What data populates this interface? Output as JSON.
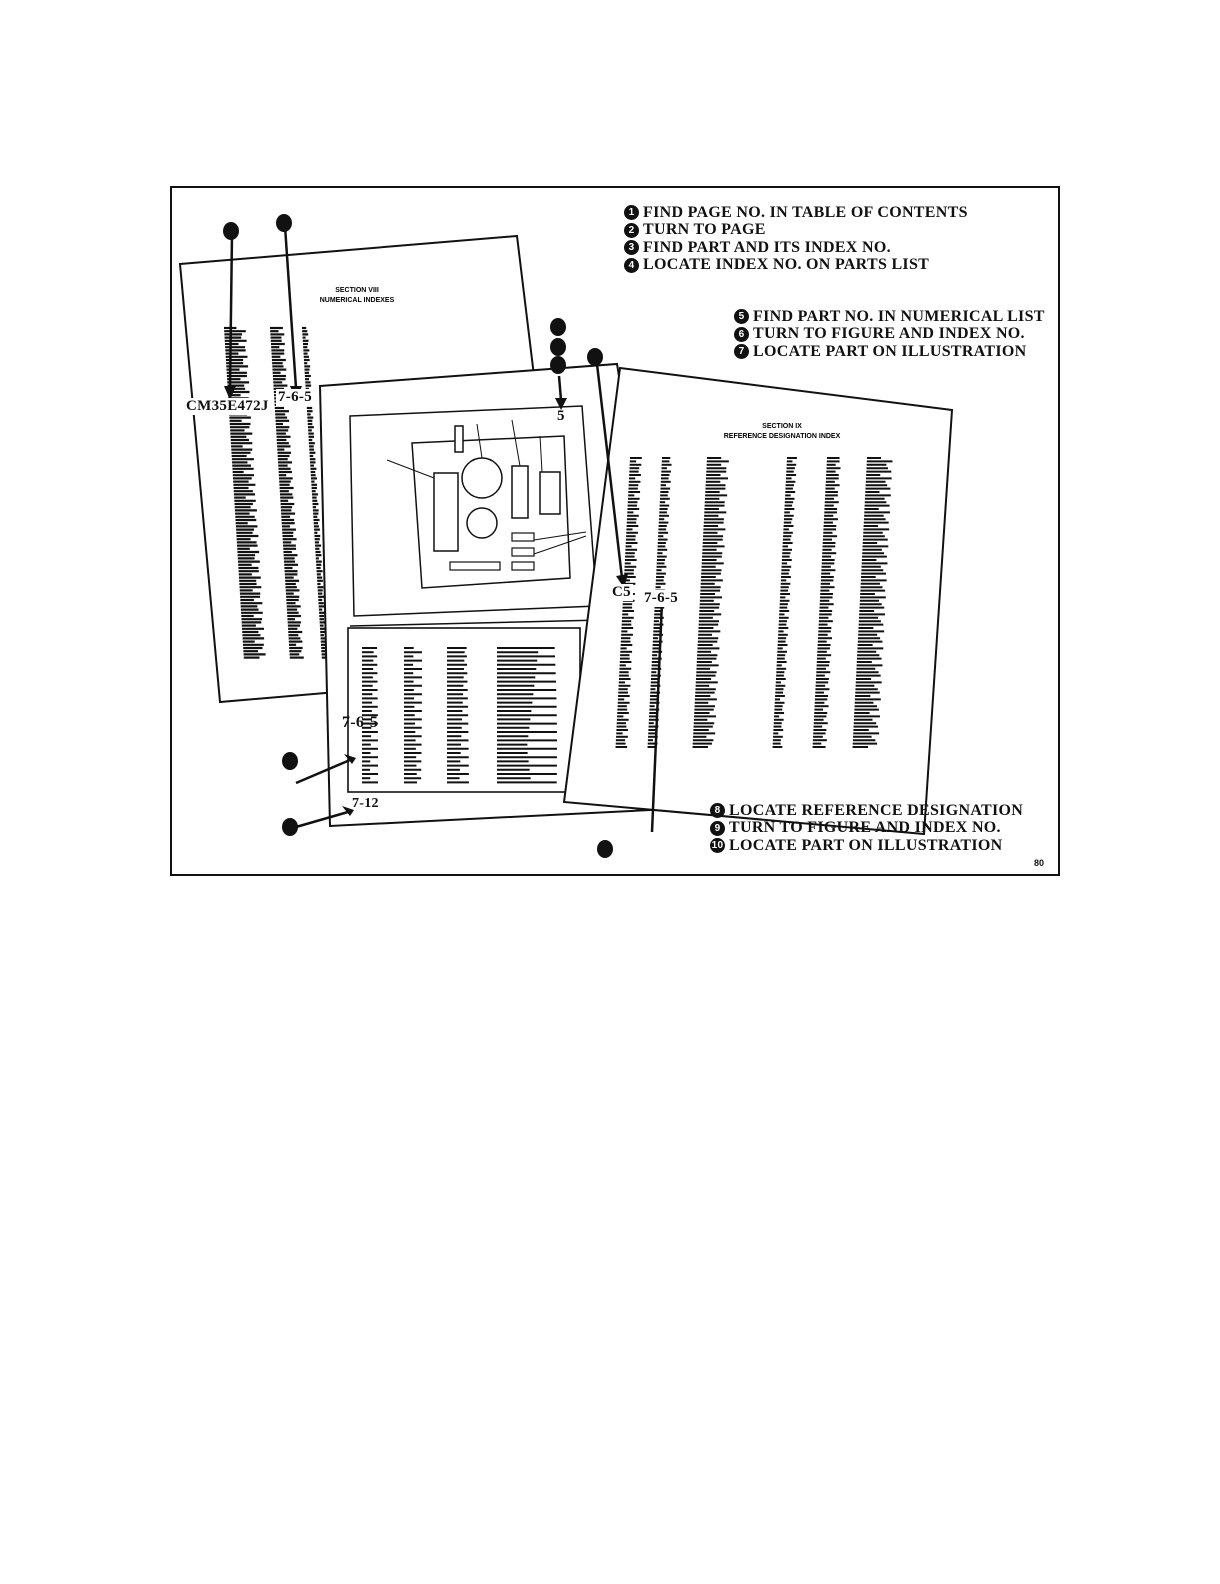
{
  "steps_group_a": [
    {
      "n": "1",
      "text": "FIND PAGE NO. IN TABLE OF CONTENTS"
    },
    {
      "n": "2",
      "text": "TURN TO PAGE"
    },
    {
      "n": "3",
      "text": "FIND PART AND ITS INDEX NO."
    },
    {
      "n": "4",
      "text": "LOCATE INDEX NO. ON PARTS LIST"
    }
  ],
  "steps_group_b": [
    {
      "n": "5",
      "text": "FIND PART NO. IN NUMERICAL LIST"
    },
    {
      "n": "6",
      "text": "TURN TO FIGURE AND INDEX NO."
    },
    {
      "n": "7",
      "text": "LOCATE PART ON ILLUSTRATION"
    }
  ],
  "steps_group_c": [
    {
      "n": "8",
      "text": "LOCATE REFERENCE DESIGNATION"
    },
    {
      "n": "9",
      "text": "TURN TO FIGURE AND INDEX NO."
    },
    {
      "n": "10",
      "text": "LOCATE PART ON ILLUSTRATION"
    }
  ],
  "callouts": {
    "part_number": "CM35E472J",
    "index_left": "7-6-5",
    "index_middle": "7-6-5",
    "index_right": "7-6-5",
    "item_number": "5",
    "reference_designation": "C5",
    "page_number": "7-12"
  },
  "page_left": {
    "heading": "SECTION VIII",
    "subheading": "NUMERICAL INDEXES"
  },
  "page_right": {
    "heading": "SECTION IX",
    "subheading": "REFERENCE DESIGNATION INDEX"
  },
  "figure_number": "80"
}
